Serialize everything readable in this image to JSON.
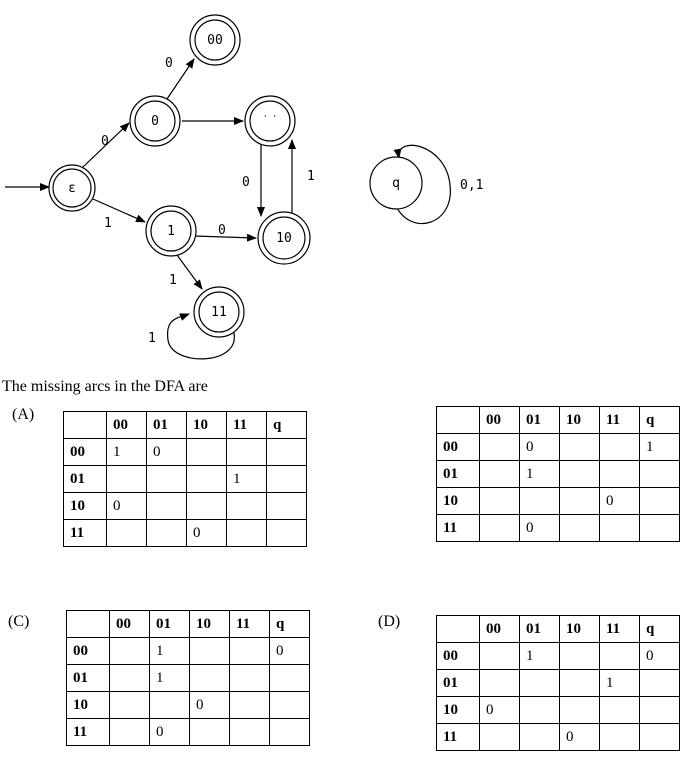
{
  "dfa": {
    "states": {
      "eps": "ε",
      "s0": "0",
      "s00": "00",
      "s01": "' '",
      "s1": "1",
      "s10": "10",
      "s11": "11",
      "q": "q"
    },
    "edges": {
      "eps_0": "0",
      "eps_1": "1",
      "s0_00": "0",
      "s01_10": "0",
      "s10_01": "1",
      "s1_10": "0",
      "s1_11": "1",
      "s11_loop": "1",
      "q_loop": "0,1"
    }
  },
  "question": "The missing arcs in the DFA are",
  "options": {
    "A": {
      "label": "(A)",
      "columns": [
        "",
        "00",
        "01",
        "10",
        "11",
        "q"
      ],
      "rows": [
        [
          "00",
          "1",
          "0",
          "",
          "",
          ""
        ],
        [
          "01",
          "",
          "",
          "",
          "1",
          ""
        ],
        [
          "10",
          "0",
          "",
          "",
          "",
          ""
        ],
        [
          "11",
          "",
          "",
          "0",
          "",
          ""
        ]
      ]
    },
    "B": {
      "label": "",
      "columns": [
        "",
        "00",
        "01",
        "10",
        "11",
        "q"
      ],
      "rows": [
        [
          "00",
          "",
          "0",
          "",
          "",
          "1"
        ],
        [
          "01",
          "",
          "1",
          "",
          "",
          ""
        ],
        [
          "10",
          "",
          "",
          "",
          "0",
          ""
        ],
        [
          "11",
          "",
          "0",
          "",
          "",
          ""
        ]
      ]
    },
    "C": {
      "label": "(C)",
      "columns": [
        "",
        "00",
        "01",
        "10",
        "11",
        "q"
      ],
      "rows": [
        [
          "00",
          "",
          "1",
          "",
          "",
          "0"
        ],
        [
          "01",
          "",
          "1",
          "",
          "",
          ""
        ],
        [
          "10",
          "",
          "",
          "0",
          "",
          ""
        ],
        [
          "11",
          "",
          "0",
          "",
          "",
          ""
        ]
      ]
    },
    "D": {
      "label": "(D)",
      "columns": [
        "",
        "00",
        "01",
        "10",
        "11",
        "q"
      ],
      "rows": [
        [
          "00",
          "",
          "1",
          "",
          "",
          "0"
        ],
        [
          "01",
          "",
          "",
          "",
          "1",
          ""
        ],
        [
          "10",
          "0",
          "",
          "",
          "",
          ""
        ],
        [
          "11",
          "",
          "",
          "0",
          "",
          ""
        ]
      ]
    }
  }
}
